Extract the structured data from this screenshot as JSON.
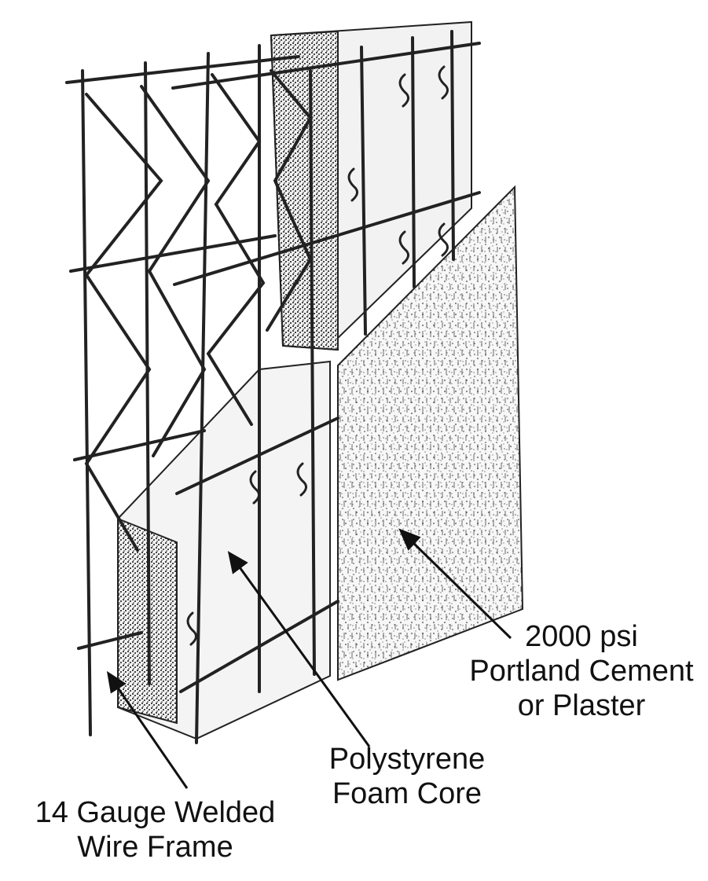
{
  "labels": {
    "cement": {
      "line1": "2000 psi",
      "line2": "Portland Cement",
      "line3": "or Plaster"
    },
    "foam": {
      "line1": "Polystyrene",
      "line2": "Foam Core"
    },
    "wire": {
      "line1": "14 Gauge Welded",
      "line2": "Wire Frame"
    }
  },
  "colors": {
    "ink": "#111111",
    "background": "#ffffff",
    "foam_face": "#f4f4f4",
    "cement_face": "#f7f7f7"
  }
}
